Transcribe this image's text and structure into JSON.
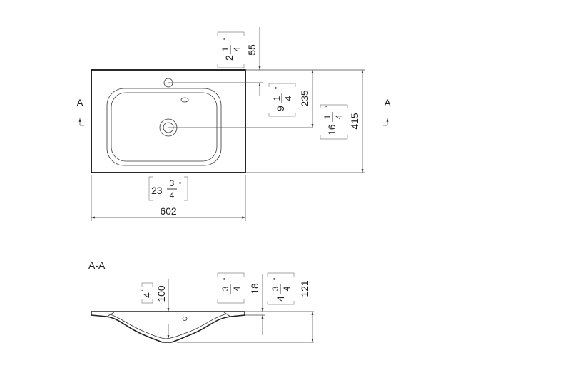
{
  "top_view": {
    "section_label_left": "A",
    "section_label_right": "A",
    "width_mm": "602",
    "width_in_whole": "23",
    "width_in_num": "3",
    "width_in_den": "4",
    "width_in_mark": "\"",
    "depth_mm": "415",
    "depth_in_whole": "16",
    "depth_in_num": "1",
    "depth_in_den": "4",
    "depth_in_mark": "\"",
    "bowl_mm": "235",
    "bowl_in_whole": "9",
    "bowl_in_num": "1",
    "bowl_in_den": "4",
    "bowl_in_mark": "\"",
    "tap_mm": "55",
    "tap_in_whole": "2",
    "tap_in_num": "1",
    "tap_in_den": "4",
    "tap_in_mark": "\""
  },
  "section_view": {
    "title": "A-A",
    "bowl_depth_mm": "100",
    "bowl_depth_in": "4",
    "bowl_depth_in_mark": "\"",
    "rim_mm": "18",
    "rim_in_num": "3",
    "rim_in_den": "4",
    "rim_in_mark": "\"",
    "total_mm": "121",
    "total_in_whole": "4",
    "total_in_num": "3",
    "total_in_den": "4",
    "total_in_mark": "\""
  }
}
